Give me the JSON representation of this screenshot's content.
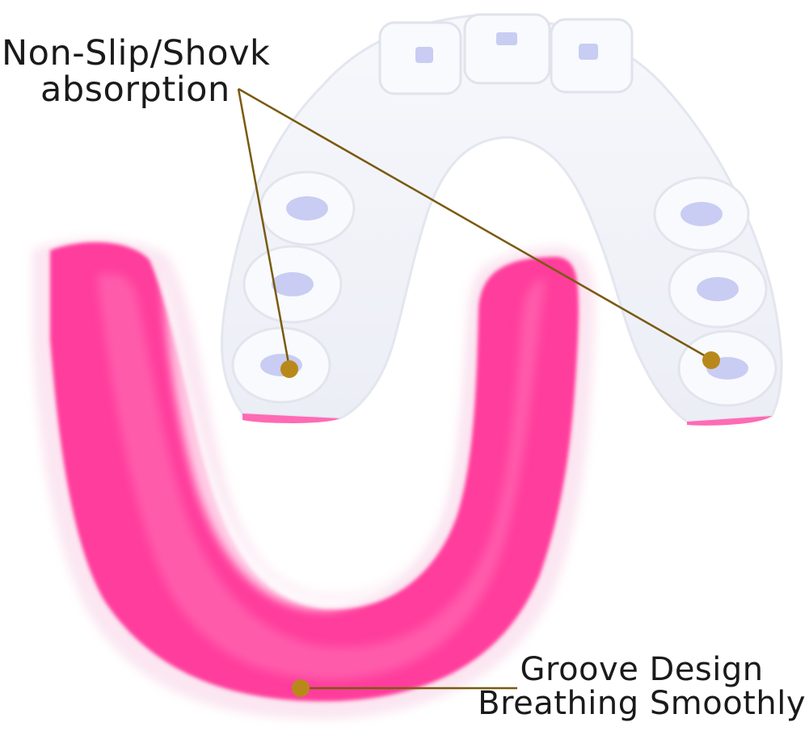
{
  "callouts": {
    "top": {
      "line1": "Non-Slip/Shovk",
      "line2": "absorption"
    },
    "bottom": {
      "line1": "Groove Design",
      "line2": "Breathing Smoothly"
    }
  },
  "colors": {
    "accent": "#b8891a",
    "pink": "#ff3a9a",
    "white_guard": "#f4f5fa",
    "vent": "#c8ccf2"
  }
}
